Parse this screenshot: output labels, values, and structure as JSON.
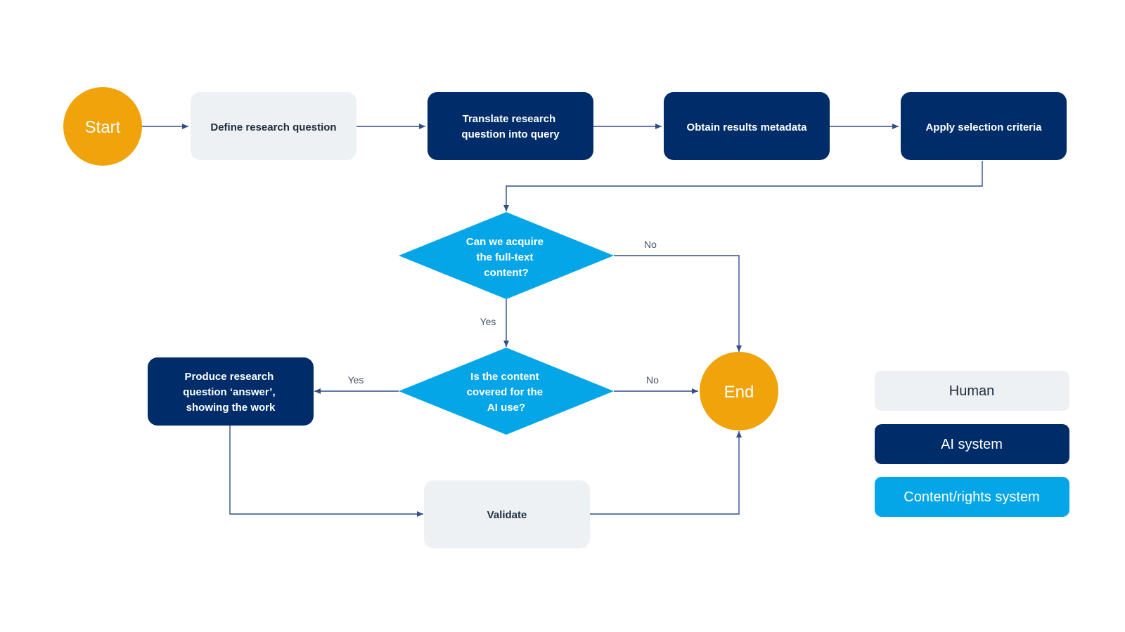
{
  "colors": {
    "human": "#eef1f4",
    "ai_system": "#002d6a",
    "content_rights": "#05a6e8",
    "terminal": "#f0a30a",
    "connector": "#2f4f86",
    "label_text": "#44546a",
    "human_text": "#1f2d3d"
  },
  "nodes": {
    "start": "Start",
    "define": "Define research question",
    "translate": [
      "Translate research",
      "question into query"
    ],
    "obtain": "Obtain results metadata",
    "apply": "Apply selection criteria",
    "acquire": [
      "Can we acquire",
      "the full-text",
      "content?"
    ],
    "covered": [
      "Is the content",
      "covered for the",
      "AI use?"
    ],
    "produce": [
      "Produce research",
      "question ‘answer’,",
      "showing the work"
    ],
    "validate": "Validate",
    "end": "End"
  },
  "edge_labels": {
    "acquire_no": "No",
    "acquire_yes": "Yes",
    "covered_yes": "Yes",
    "covered_no": "No"
  },
  "legend": {
    "human": "Human",
    "ai_system": "AI system",
    "content_rights": "Content/rights system"
  }
}
